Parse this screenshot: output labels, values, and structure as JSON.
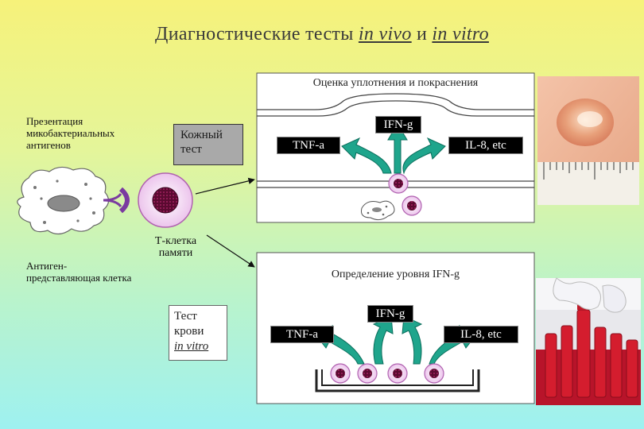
{
  "title": {
    "prefix": "Диагностические тесты ",
    "in_vivo": "in vivo",
    "middle": " и ",
    "in_vitro": "in vitro"
  },
  "left": {
    "antigen_presentation": "Презентация микобактериальных антигенов",
    "apc_label": "Антиген-представляющая клетка",
    "memory_t_cell": "Т-клетка памяти"
  },
  "skin_test": {
    "box_label": "Кожный тест",
    "panel_caption": "Оценка уплотнения и покраснения",
    "cytokine_center": "IFN-g",
    "cytokine_left": "TNF-a",
    "cytokine_right": "IL-8, etc"
  },
  "blood_test": {
    "box_line1": "Тест",
    "box_line2": "крови",
    "box_line3": "in vitro",
    "panel_caption": "Определение уровня IFN-g",
    "cytokine_center": "IFN-g",
    "cytokine_left": "TNF-a",
    "cytokine_right": "IL-8, etc"
  },
  "colors": {
    "arrow_teal": "#1fa58c",
    "cell_fill": "#f3d8f3",
    "cell_stroke": "#b062b0",
    "nucleus": "#7a0f3f"
  }
}
